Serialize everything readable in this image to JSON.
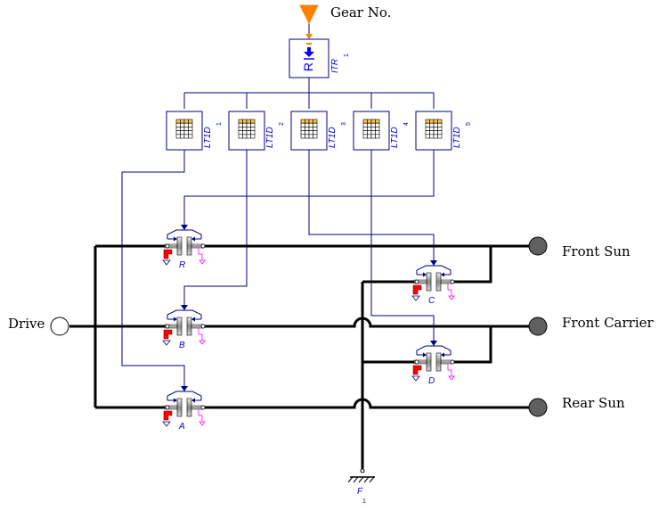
{
  "gear_label": "Gear No.",
  "itr": {
    "symbol": "R",
    "name": "ITR",
    "index": "1"
  },
  "tables": [
    {
      "name": "LT1D",
      "index": "1"
    },
    {
      "name": "LT1D",
      "index": "2"
    },
    {
      "name": "LT1D",
      "index": "3"
    },
    {
      "name": "LT1D",
      "index": "4"
    },
    {
      "name": "LT1D",
      "index": "5"
    }
  ],
  "clutches": [
    {
      "id": "R",
      "label": "R"
    },
    {
      "id": "C",
      "label": "C"
    },
    {
      "id": "B",
      "label": "B"
    },
    {
      "id": "D",
      "label": "D"
    },
    {
      "id": "A",
      "label": "A"
    }
  ],
  "ports": {
    "drive": "Drive",
    "front_sun": "Front Sun",
    "front_carrier": "Front Carrier",
    "rear_sun": "Rear Sun"
  },
  "ground": {
    "name": "F",
    "index": "1"
  },
  "colors": {
    "signal": "#000080",
    "mechanical": "#000000",
    "source": "#ff8000",
    "actuator": "#ff0000",
    "sensor": "#ff00ff",
    "label": "#0000c8",
    "port_filled": "#606060"
  }
}
